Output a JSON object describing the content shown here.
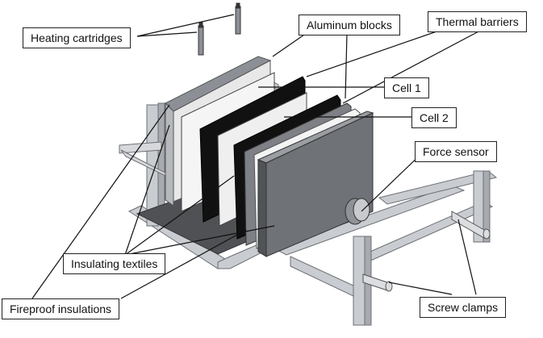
{
  "labels": {
    "heating_cartridges": "Heating cartridges",
    "aluminum_blocks": "Aluminum blocks",
    "thermal_barriers": "Thermal barriers",
    "cell_1": "Cell 1",
    "cell_2": "Cell 2",
    "force_sensor": "Force sensor",
    "insulating_textiles": "Insulating textiles",
    "fireproof_insulations": "Fireproof insulations",
    "screw_clamps": "Screw clamps"
  },
  "colors": {
    "frame": "#c9ccd0",
    "frame_dark": "#8c9096",
    "plate_dark": "#6f7276",
    "cell_black": "#111111",
    "panel_light": "#f2f2f2",
    "line": "#222222"
  }
}
